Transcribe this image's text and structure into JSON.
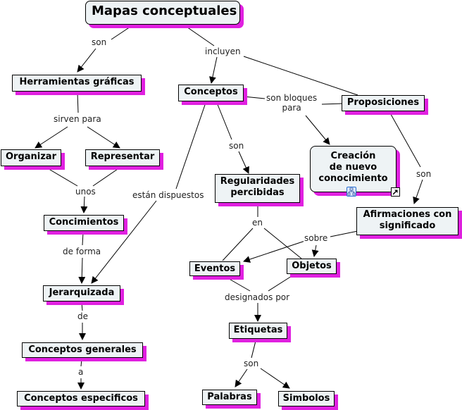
{
  "title": "Mapas conceptuales",
  "nodes": {
    "herramientas": "Herramientas gráficas",
    "conceptos": "Conceptos",
    "proposiciones": "Proposiciones",
    "organizar": "Organizar",
    "representar": "Representar",
    "creacion": "Creación\nde nuevo\nconocimiento",
    "regularidades": "Regularidades\npercibidas",
    "afirmaciones": "Afirmaciones con\nsignificado",
    "concimientos": "Concimientos",
    "eventos": "Eventos",
    "objetos": "Objetos",
    "jerarquizada": "Jerarquizada",
    "etiquetas": "Etiquetas",
    "generales": "Conceptos generales",
    "especificos": "Conceptos especificos",
    "palabras": "Palabras",
    "simbolos": "Simbolos"
  },
  "links": {
    "son1": "son",
    "incluyen": "incluyen",
    "sirven_para": "sirven para",
    "son_bloques": "son bloques\npara",
    "son2": "son",
    "son3": "son",
    "unos": "unos",
    "estan_dispuestos": "están dispuestos",
    "en": "en",
    "sobre": "sobre",
    "de_forma": "de forma",
    "designados_por": "designados por",
    "de": "de",
    "a": "a",
    "son4": "son"
  },
  "icons": {
    "submap": "concept-map-link-icon",
    "shortcut": "shortcut-arrow-icon"
  },
  "colors": {
    "node_fill": "#eef3f5",
    "node_shadow": "#e020e0",
    "line": "#000000"
  }
}
